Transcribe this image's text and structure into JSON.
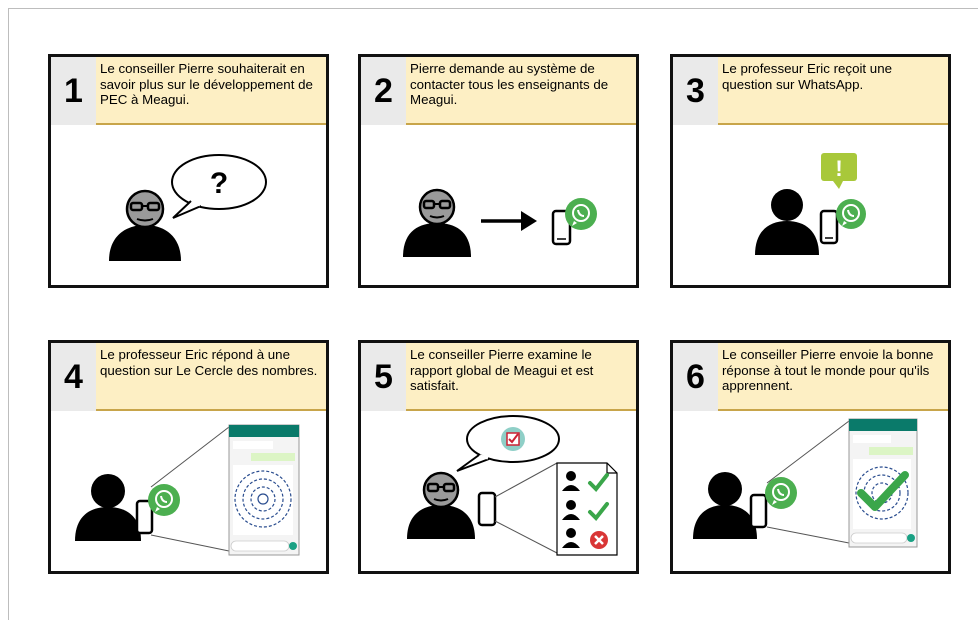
{
  "panels": [
    {
      "number": "1",
      "caption": "Le conseiller Pierre souhaiterait en savoir plus sur le développement de PEC à Meagui.",
      "bubble_text": "?"
    },
    {
      "number": "2",
      "caption": "Pierre demande au système de contacter tous les enseignants de Meagui."
    },
    {
      "number": "3",
      "caption": "Le professeur Eric reçoit une question sur WhatsApp.",
      "alert_text": "!"
    },
    {
      "number": "4",
      "caption": "Le professeur Eric répond à une question sur Le Cercle des nombres."
    },
    {
      "number": "5",
      "caption": "Le conseiller Pierre examine le rapport global de Meagui et est satisfait."
    },
    {
      "number": "6",
      "caption": "Le conseiller Pierre envoie la bonne réponse à tout le monde pour qu'ils apprennent."
    }
  ],
  "colors": {
    "caption_bg": "#fdefc4",
    "whatsapp_green": "#4caf50",
    "alert_green": "#a8c83a",
    "check_green": "#3aa64a",
    "cross_red": "#d93636",
    "report_teal": "#8fcfc7"
  },
  "icons": [
    "user-icon",
    "user-with-glasses-icon",
    "smartphone-icon",
    "whatsapp-icon",
    "speech-bubble-icon",
    "arrow-right-icon",
    "alert-icon",
    "checkbox-icon",
    "checkmark-icon",
    "cross-icon",
    "report-document-icon",
    "whatsapp-chat-screenshot"
  ]
}
